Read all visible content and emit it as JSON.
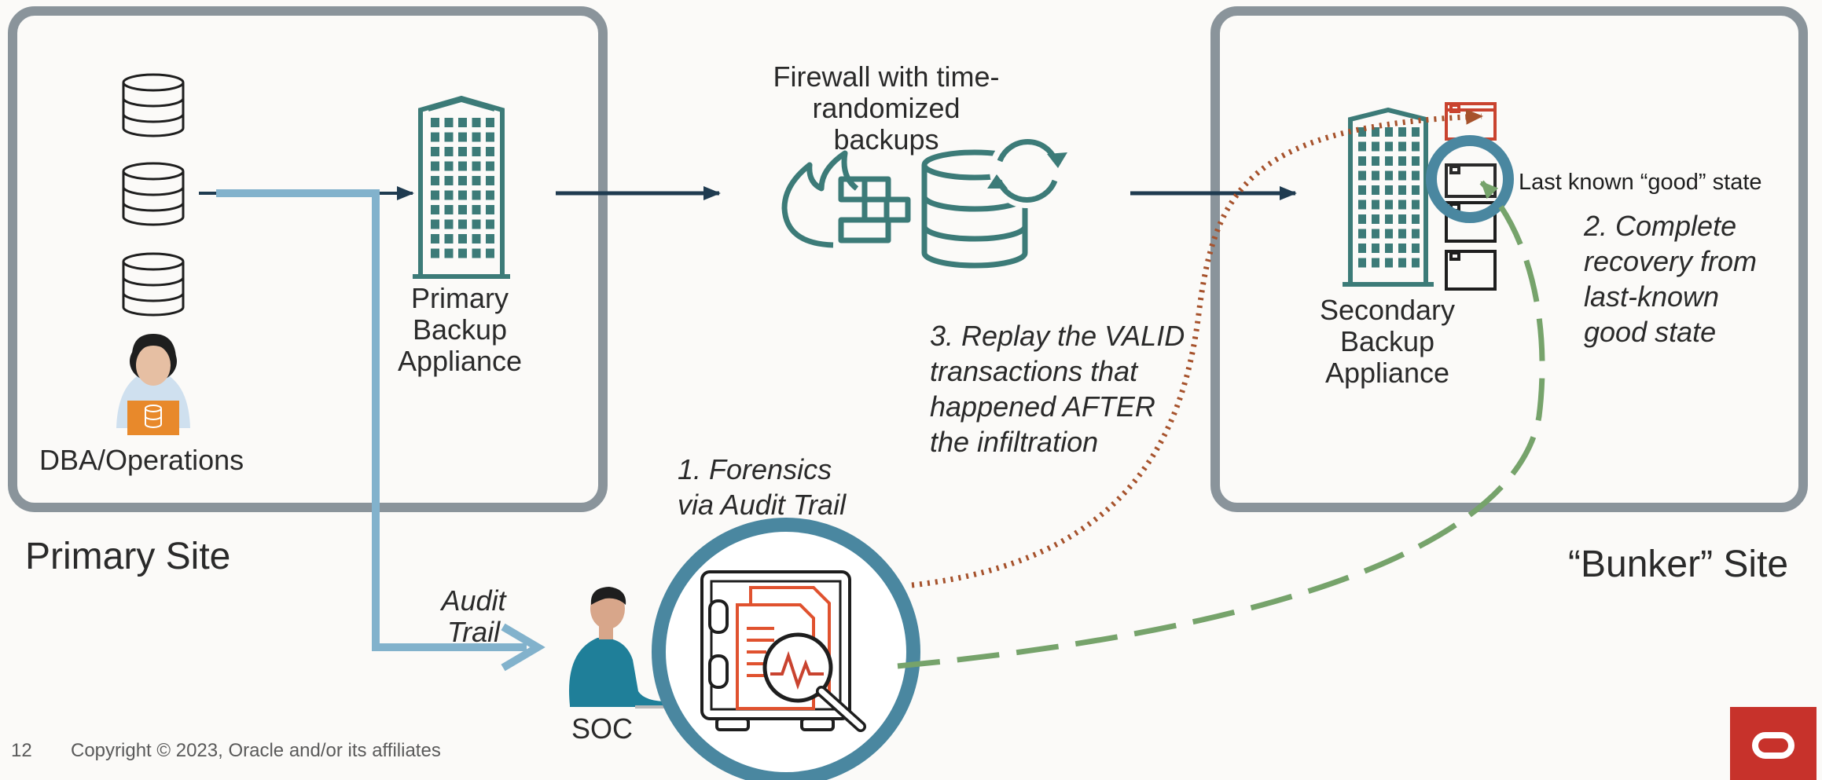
{
  "slide": {
    "page_number": "12",
    "copyright": "Copyright © 2023, Oracle and/or its affiliates"
  },
  "sites": {
    "primary": "Primary Site",
    "bunker": "“Bunker” Site"
  },
  "nodes": {
    "dba_operations": "DBA/Operations",
    "primary_backup": [
      "Primary",
      "Backup",
      "Appliance"
    ],
    "firewall": [
      "Firewall with time-",
      "randomized",
      "backups"
    ],
    "secondary_backup": [
      "Secondary",
      "Backup",
      "Appliance"
    ],
    "soc": "SOC",
    "last_known_good": "Last known “good” state"
  },
  "annotations": {
    "audit_trail": [
      "Audit",
      "Trail"
    ],
    "forensics": [
      "1. Forensics",
      "via Audit Trail"
    ],
    "complete_recovery": [
      "2. Complete",
      "recovery from",
      "last-known",
      "good state"
    ],
    "replay": [
      "3. Replay the VALID",
      "transactions that",
      "happened AFTER",
      "the infiltration"
    ]
  },
  "colors": {
    "site_border": "#8a949b",
    "teal": "#3c7b78",
    "navy_arrow": "#1f3b50",
    "audit_arrow": "#82b2cc",
    "forensics_ring": "#4a87a0",
    "dotted_arrow": "#a6522c",
    "dashed_arrow": "#76a36b",
    "orange": "#e8892b",
    "red_file": "#c9432f",
    "oracle_red": "#c7322b"
  }
}
